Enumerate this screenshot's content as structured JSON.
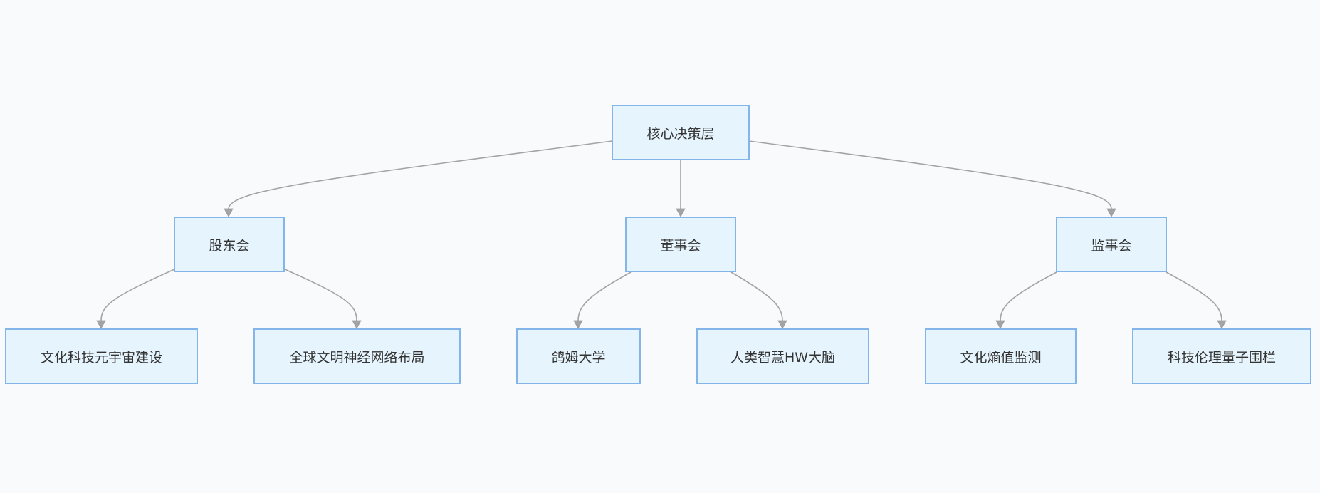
{
  "diagram": {
    "root": {
      "label": "核心决策层"
    },
    "level2": [
      {
        "label": "股东会"
      },
      {
        "label": "董事会"
      },
      {
        "label": "监事会"
      }
    ],
    "level3": [
      {
        "label": "文化科技元宇宙建设"
      },
      {
        "label": "全球文明神经网络布局"
      },
      {
        "label": "鸽姆大学"
      },
      {
        "label": "人类智慧HW大脑"
      },
      {
        "label": "文化熵值监测"
      },
      {
        "label": "科技伦理量子围栏"
      }
    ],
    "edges": [
      {
        "from": "核心决策层",
        "to": "股东会"
      },
      {
        "from": "核心决策层",
        "to": "董事会"
      },
      {
        "from": "核心决策层",
        "to": "监事会"
      },
      {
        "from": "股东会",
        "to": "文化科技元宇宙建设"
      },
      {
        "from": "股东会",
        "to": "全球文明神经网络布局"
      },
      {
        "from": "董事会",
        "to": "鸽姆大学"
      },
      {
        "from": "董事会",
        "to": "人类智慧HW大脑"
      },
      {
        "from": "监事会",
        "to": "文化熵值监测"
      },
      {
        "from": "监事会",
        "to": "科技伦理量子围栏"
      }
    ],
    "colors": {
      "background": "#f9fafc",
      "node_fill": "#e6f5fd",
      "node_border": "#84b5ea",
      "edge": "#a3a3a3",
      "text": "#333333"
    }
  }
}
